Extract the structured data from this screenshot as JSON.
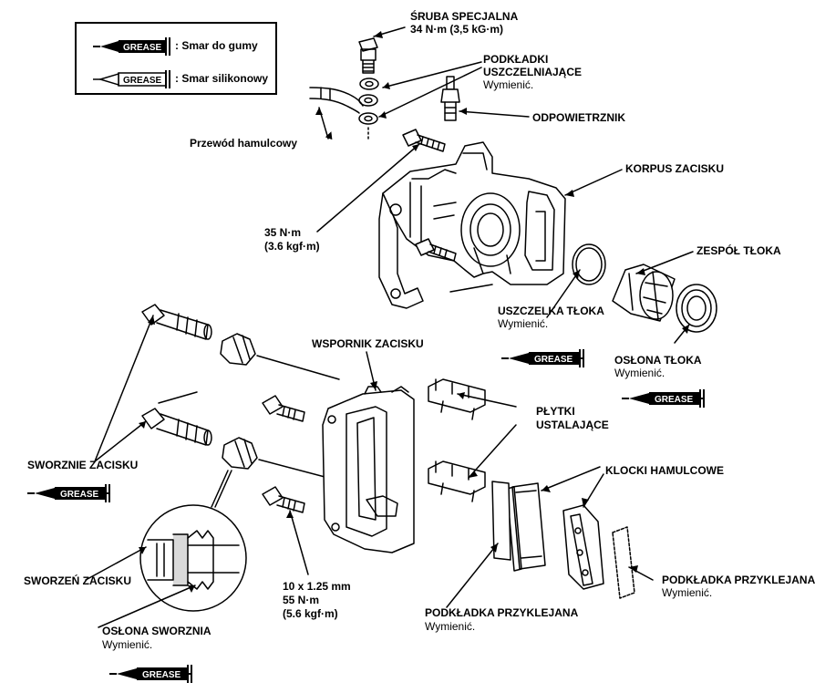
{
  "legend": {
    "rubber_grease": ": Smar do gumy",
    "silicone_grease": ": Smar silikonowy",
    "tube_text": "GREASE"
  },
  "labels": {
    "special_bolt": "ŚRUBA SPECJALNA",
    "special_bolt_torque": "34 N·m (3,5 kG·m)",
    "sealing_washers_1": "PODKŁADKI",
    "sealing_washers_2": "USZCZELNIAJĄCE",
    "sealing_washers_note": "Wymienić.",
    "bleeder": "ODPOWIETRZNIK",
    "brake_hose": "Przewód hamulcowy",
    "caliper_body": "KORPUS ZACISKU",
    "torque_35": "35 N·m",
    "torque_35_kgf": "(3.6 kgf·m)",
    "piston_assembly": "ZESPÓŁ TŁOKA",
    "piston_seal": "USZCZELKA TŁOKA",
    "piston_seal_note": "Wymienić.",
    "piston_boot": "OSŁONA TŁOKA",
    "piston_boot_note": "Wymienić.",
    "caliper_bracket": "WSPORNIK ZACISKU",
    "retainer_plates_1": "PŁYTKI",
    "retainer_plates_2": "USTALAJĄCE",
    "caliper_pins": "SWORZNIE ZACISKU",
    "brake_pads": "KLOCKI HAMULCOWE",
    "caliper_pin": "SWORZEŃ ZACISKU",
    "bolt_size": "10 x 1.25 mm",
    "bolt_torque": "55 N·m",
    "bolt_torque_kgf": "(5.6 kgf·m)",
    "pad_shim_right": "PODKŁADKA PRZYKLEJANA",
    "pad_shim_right_note": "Wymienić.",
    "pad_shim_left": "PODKŁADKA PRZYKLEJANA",
    "pad_shim_left_note": "Wymienić.",
    "pin_boot": "OSŁONA SWORZNIA",
    "pin_boot_note": "Wymienić."
  }
}
